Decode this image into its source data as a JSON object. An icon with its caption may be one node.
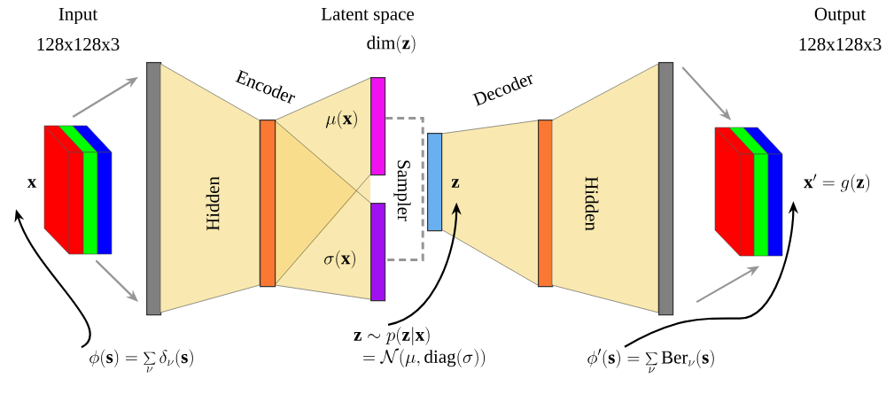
{
  "diagram": {
    "nodes": [
      {
        "text": [
          "Input",
          "128x128x3"
        ],
        "beside": [
          "\\mathbf{x}"
        ]
      },
      {
        "text": [],
        "shape": "bar"
      },
      {
        "text": [
          "Hidden"
        ]
      },
      {
        "text": [],
        "shape": "bar"
      },
      {
        "text": [],
        "shape": "bar",
        "beside": [
          "\\mu(\\mathbf{x})"
        ]
      },
      {
        "text": [],
        "shape": "bar",
        "beside": [
          "\\sigma(\\mathbf{x})"
        ]
      },
      {
        "text": [],
        "shape": "bar",
        "beside": [
          "\\mathbf{z}"
        ]
      },
      {
        "text": [],
        "shape": "bar"
      },
      {
        "text": [
          "Hidden"
        ]
      },
      {
        "text": [],
        "shape": "bar"
      },
      {
        "text": [
          "Output",
          "128x128x3",
          "\\mathbf{x}' = g(\\mathbf{z})"
        ]
      },
      {
        "text": [
          "\\phi(\\mathbf{s}) = \\sum_{\\nu} \\delta_{\\nu}(\\mathbf{s})"
        ]
      },
      {
        "text": [
          "\\mathbf{z} \\sim p(\\mathbf{z}|\\mathbf{x})",
          "= \\mathcal{N}(\\mu, \\mathrm{diag}(\\sigma))"
        ]
      },
      {
        "text": [
          "\\phi'(\\mathbf{s}) = \\sum_{\\nu} \\mathrm{Ber}_{\\nu}(\\mathbf{s})"
        ]
      }
    ],
    "edges": [
      {
        "from": 0,
        "to": 1,
        "arrow": "to",
        "color": "#969696"
      },
      {
        "from": 0,
        "to": 1,
        "arrow": "to",
        "color": "#969696"
      },
      {
        "from": 9,
        "to": 10,
        "arrow": "to",
        "color": "#969696"
      },
      {
        "from": 9,
        "to": 10,
        "arrow": "to",
        "color": "#969696"
      },
      {
        "from": 11,
        "to": 0,
        "arrow": "to",
        "color": "#000000"
      },
      {
        "from": 12,
        "to": 6,
        "arrow": "to",
        "color": "#000000"
      },
      {
        "from": 13,
        "to": 10,
        "arrow": "to",
        "color": "#000000"
      },
      {
        "from": 4,
        "to": 5,
        "arrow": "none",
        "style": "dashed",
        "color": "#969696",
        "label": "Sampler"
      }
    ],
    "labels": [
      "Encoder",
      "Latent space",
      "\\dim(\\mathbf{z})",
      "Decoder"
    ]
  }
}
